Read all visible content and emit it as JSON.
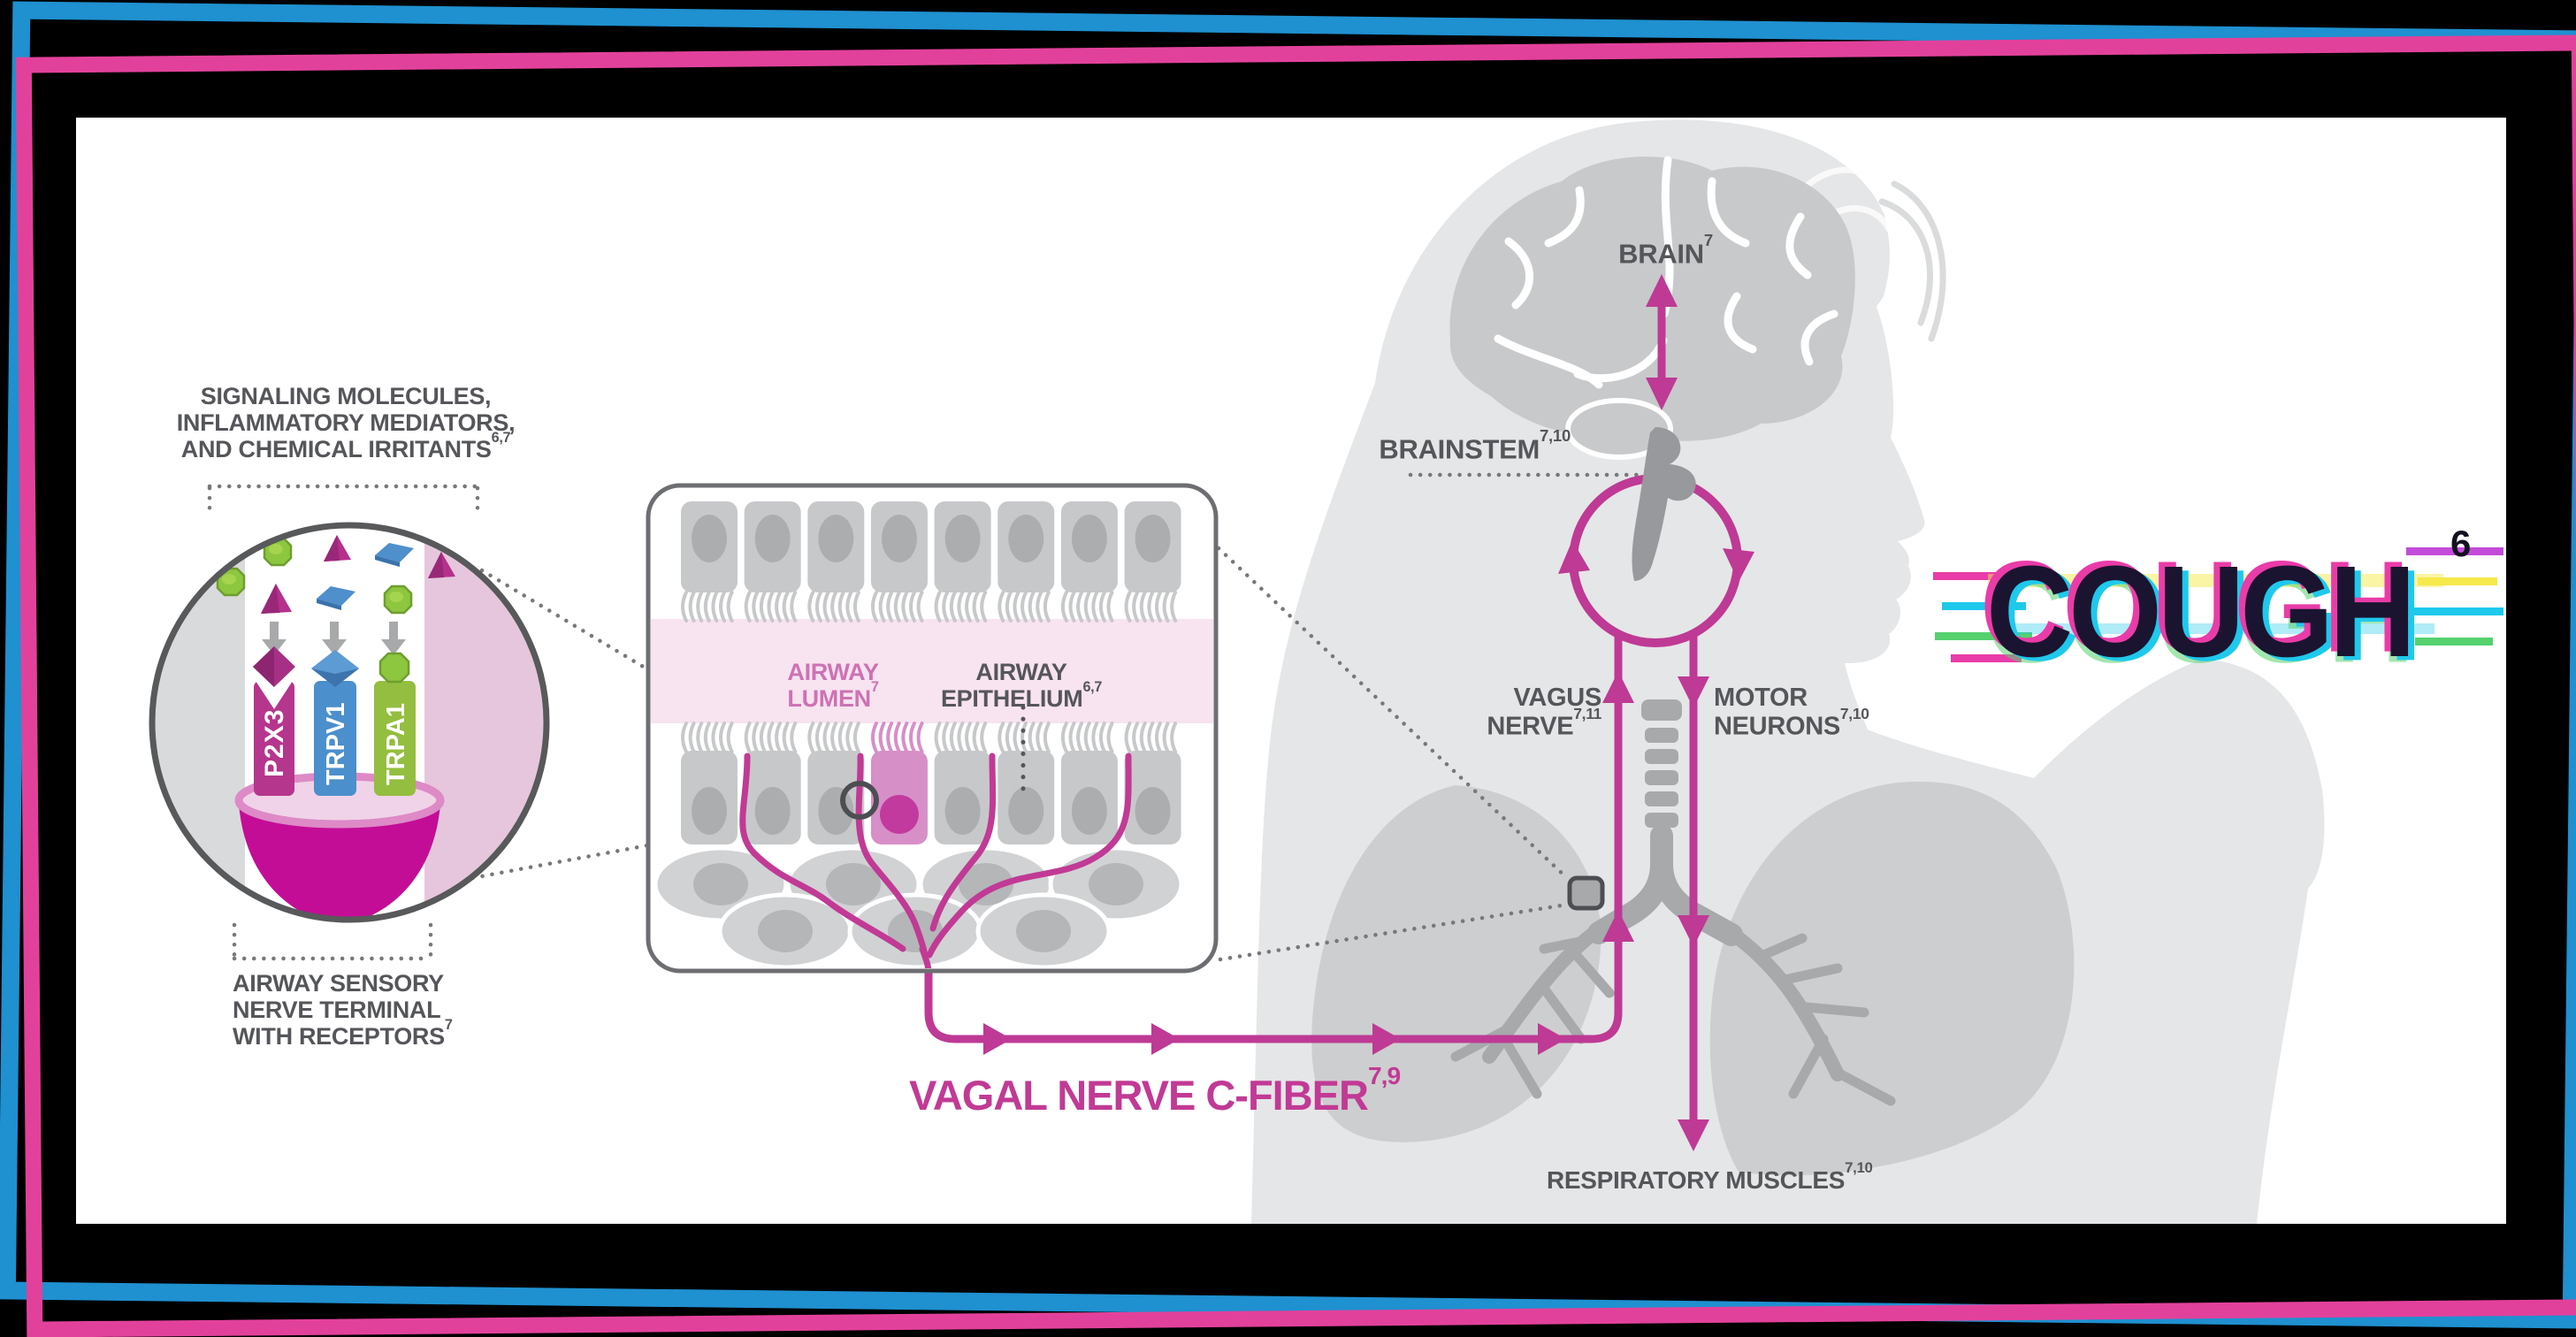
{
  "frame": {
    "background": "#000000",
    "blue_color": "#1F90D0",
    "pink_color": "#E2419B"
  },
  "colors": {
    "canvas": "#FFFFFF",
    "magenta_path": "#BE3A95",
    "bright_magenta_bowl": "#C40D96",
    "label_gray": "#55565A",
    "silhouette_gray": "#E5E6E7",
    "organ_gray": "#C8C9CB",
    "brainstem_gray": "#97999C",
    "branch_gray": "#A7A9AB",
    "cell_gray": "#C7C8CA",
    "cell_nucleus_gray": "#ABADAF",
    "lumen_pink": "#F8E3F0",
    "highlight_cell_pink": "#D78FC8",
    "highlight_nucleus": "#C23A9E",
    "lumen_text_pink": "#CD72B4",
    "dotted_gray": "#77787B",
    "inset_band_gray": "#D9DADB",
    "inset_band_pink": "#E6C6DC",
    "bowl_rim_pink": "#DD8AC6"
  },
  "left_inset": {
    "signaling": {
      "line1": "SIGNALING MOLECULES,",
      "line2": "INFLAMMATORY MEDIATORS,",
      "line3": "AND CHEMICAL IRRITANTS",
      "sup": "6,7"
    },
    "receptors": [
      {
        "name": "P2X3",
        "color": "#B5368D"
      },
      {
        "name": "TRPV1",
        "color": "#4B8FCC"
      },
      {
        "name": "TRPA1",
        "color": "#94BE3F"
      }
    ],
    "terminal": {
      "line1": "AIRWAY SENSORY",
      "line2": "NERVE TERMINAL",
      "line3": "WITH RECEPTORS",
      "sup": "7"
    }
  },
  "panel": {
    "lumen": {
      "line1": "AIRWAY",
      "line2": "LUMEN",
      "sup": "7"
    },
    "epithelium": {
      "line1": "AIRWAY",
      "line2": "EPITHELIUM",
      "sup": "6,7"
    }
  },
  "pathway": {
    "vagal": {
      "text": "VAGAL NERVE C-FIBER",
      "sup": "7,9"
    },
    "brain": {
      "text": "BRAIN",
      "sup": "7"
    },
    "brainstem": {
      "text": "BRAINSTEM",
      "sup": "7,10"
    },
    "vagus": {
      "line1": "VAGUS",
      "line2": "NERVE",
      "sup": "7,11"
    },
    "motor": {
      "line1": "MOTOR",
      "line2": "NEURONS",
      "sup": "7,10"
    },
    "respiratory": {
      "text": "RESPIRATORY MUSCLES",
      "sup": "7,10"
    }
  },
  "logo": {
    "text": "COUGH",
    "sup": "6",
    "glitch_colors": {
      "magenta": "#E93CA8",
      "cyan": "#1EC9EC",
      "yellow": "#F5E94B",
      "green": "#55D16E",
      "violet": "#C44BD9"
    }
  }
}
